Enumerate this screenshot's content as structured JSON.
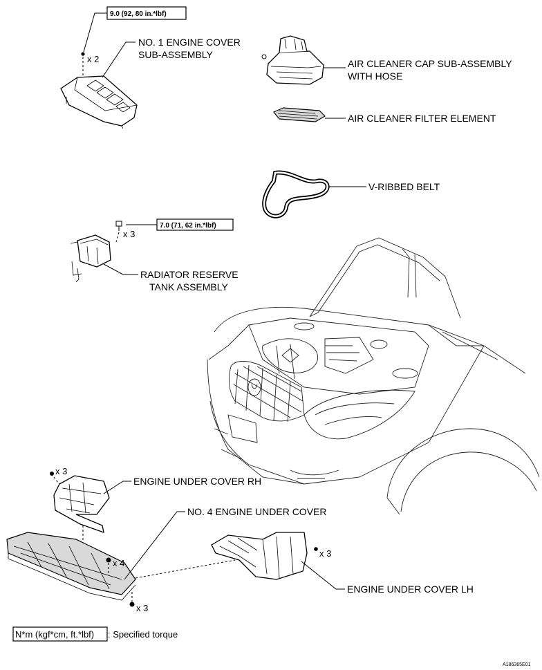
{
  "labels": {
    "engine_cover": [
      "NO. 1 ENGINE COVER",
      "SUB-ASSEMBLY"
    ],
    "air_cleaner_cap": [
      "AIR CLEANER CAP SUB-ASSEMBLY",
      "WITH HOSE"
    ],
    "air_filter": "AIR CLEANER FILTER ELEMENT",
    "v_belt": "V-RIBBED BELT",
    "radiator_tank": [
      "RADIATOR RESERVE",
      "TANK ASSEMBLY"
    ],
    "under_cover_rh": "ENGINE UNDER COVER RH",
    "under_cover_no4": "NO. 4 ENGINE UNDER COVER",
    "under_cover_lh": "ENGINE UNDER COVER LH"
  },
  "torques": {
    "engine_cover": "9.0 (92, 80 in.*lbf)",
    "radiator_tank": "7.0 (71, 62 in.*lbf)"
  },
  "quantities": {
    "engine_cover_bolts": "x 2",
    "radiator_tank_bolts": "x 3",
    "rh_fasteners": "x 3",
    "no4_upper_fasteners": "x 4",
    "no4_lower_fasteners": "x 3",
    "lh_fasteners": "x 3"
  },
  "legend": {
    "box_text": "N*m (kgf*cm, ft.*lbf)",
    "description": ": Specified torque"
  },
  "figure_code": "A186365E01"
}
